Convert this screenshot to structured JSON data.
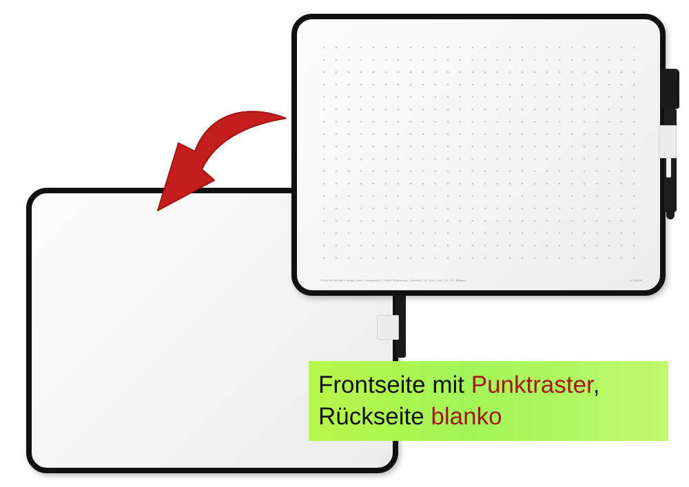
{
  "caption": {
    "line1_part1": "Frontseite mit ",
    "line1_highlight": "Punktraster",
    "line1_part3": ",",
    "line2_part1": "Rückseite ",
    "line2_highlight": "blanko",
    "text_color": "#111111",
    "highlight_color": "#a3171b",
    "background_color": "#b2f64f"
  },
  "front_board": {
    "imprint": "STAUFEN HERMES Verlag GmbH · Landstraße 5 · 93055 Regensburg · Germany | Tel. 0941 · Linz | Tel. CH · Bilingen",
    "article_number": "art. 85096"
  },
  "arrow": {
    "color": "#c41e1e"
  },
  "icons": [
    "curved-arrow-icon",
    "marker-pen-icon"
  ]
}
